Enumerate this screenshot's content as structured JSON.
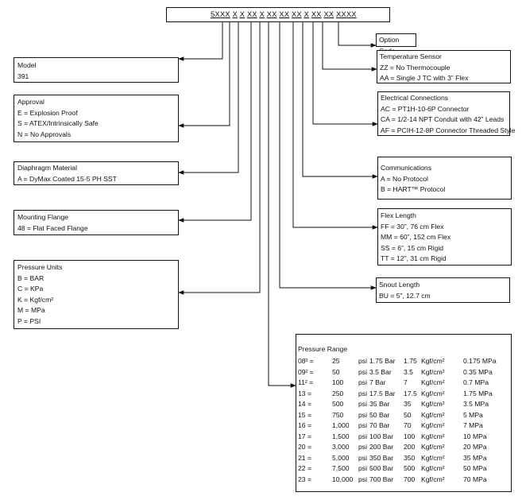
{
  "model_code": {
    "segments": [
      "5XXX",
      "X",
      "X",
      "XX",
      "X",
      "XX",
      "XX",
      "XX",
      "X",
      "XX",
      "XX",
      "XXXX"
    ]
  },
  "model": {
    "title": "Model",
    "lines": [
      "391"
    ]
  },
  "approval": {
    "title": "Approval",
    "lines": [
      "E = Explosion Proof",
      "S = ATEX/Intrinsically Safe",
      "N = No Approvals"
    ]
  },
  "diaphragm": {
    "title": "Diaphragm Material",
    "lines": [
      "A = DyMax Coated 15-5 PH SST"
    ]
  },
  "flange": {
    "title": "Mounting Flange",
    "lines": [
      "48 = Flat Faced Flange"
    ]
  },
  "pressure_units": {
    "title": "Pressure Units",
    "lines": [
      "B = BAR",
      "C = KPa",
      "K = Kgf/cm²",
      "M = MPa",
      "P = PSI"
    ]
  },
  "option_code": {
    "title": "Option Code"
  },
  "temp_sensor": {
    "title": "Temperature Sensor",
    "lines": [
      "ZZ = No Thermocouple",
      "AA = Single J TC with 3” Flex"
    ]
  },
  "electrical": {
    "title": "Electrical Connections",
    "lines": [
      "AC = PT1H-10-6P Connector",
      "CA = 1/2-14 NPT Conduit with 42” Leads",
      "AF = PCIH-12-8P Connector Threaded Style"
    ]
  },
  "communications": {
    "title": "Communications",
    "lines": [
      "A = No Protocol",
      "B = HART™ Protocol"
    ]
  },
  "flex_length": {
    "title": "Flex  Length",
    "lines": [
      "FF = 30”, 76 cm Flex",
      "MM = 60”, 152 cm Flex",
      "SS = 6”, 15 cm Rigid",
      "TT = 12”, 31 cm Rigid"
    ]
  },
  "snout_length": {
    "title": "Snout Length",
    "lines": [
      "BU = 5”, 12.7 cm"
    ]
  },
  "pressure_range": {
    "title": "Pressure Range",
    "rows": [
      {
        "code": "08² =",
        "psi": "25",
        "psi_u": "psi",
        "bar": "1.75 Bar",
        "kgf": "1.75",
        "kgf_u": "Kgf/cm²",
        "mpa": "0.175 MPa"
      },
      {
        "code": "09² =",
        "psi": "50",
        "psi_u": "psi",
        "bar": "3.5  Bar",
        "kgf": "3.5",
        "kgf_u": "Kgf/cm²",
        "mpa": "0.35  MPa"
      },
      {
        "code": "11² =",
        "psi": "100",
        "psi_u": "psi",
        "bar": "7     Bar",
        "kgf": "7",
        "kgf_u": "Kgf/cm²",
        "mpa": "0.7    MPa"
      },
      {
        "code": "13 =",
        "psi": "250",
        "psi_u": "psi",
        "bar": "17.5 Bar",
        "kgf": "17.5",
        "kgf_u": "Kgf/cm²",
        "mpa": "1.75  MPa"
      },
      {
        "code": "14 =",
        "psi": "500",
        "psi_u": "psi",
        "bar": "35   Bar",
        "kgf": "35",
        "kgf_u": "Kgf/cm²",
        "mpa": "3.5    MPa"
      },
      {
        "code": "15 =",
        "psi": "750",
        "psi_u": "psi",
        "bar": "50   Bar",
        "kgf": "50",
        "kgf_u": "Kgf/cm²",
        "mpa": "5       MPa"
      },
      {
        "code": "16 =",
        "psi": "1,000",
        "psi_u": "psi",
        "bar": "70   Bar",
        "kgf": "70",
        "kgf_u": "Kgf/cm²",
        "mpa": "7       MPa"
      },
      {
        "code": "17 =",
        "psi": "1,500",
        "psi_u": "psi",
        "bar": "100 Bar",
        "kgf": "100",
        "kgf_u": "Kgf/cm²",
        "mpa": "10     MPa"
      },
      {
        "code": "20 =",
        "psi": "3,000",
        "psi_u": "psi",
        "bar": "200 Bar",
        "kgf": "200",
        "kgf_u": "Kgf/cm²",
        "mpa": "20     MPa"
      },
      {
        "code": "21 =",
        "psi": "5,000",
        "psi_u": "psi",
        "bar": "350 Bar",
        "kgf": "350",
        "kgf_u": "Kgf/cm²",
        "mpa": "35     MPa"
      },
      {
        "code": "22 =",
        "psi": "7,500",
        "psi_u": "psi",
        "bar": "500 Bar",
        "kgf": "500",
        "kgf_u": "Kgf/cm²",
        "mpa": "50     MPa"
      },
      {
        "code": "23 =",
        "psi": "10,000",
        "psi_u": "psi",
        "bar": "700 Bar",
        "kgf": "700",
        "kgf_u": "Kgf/cm²",
        "mpa": "70     MPa"
      }
    ]
  }
}
